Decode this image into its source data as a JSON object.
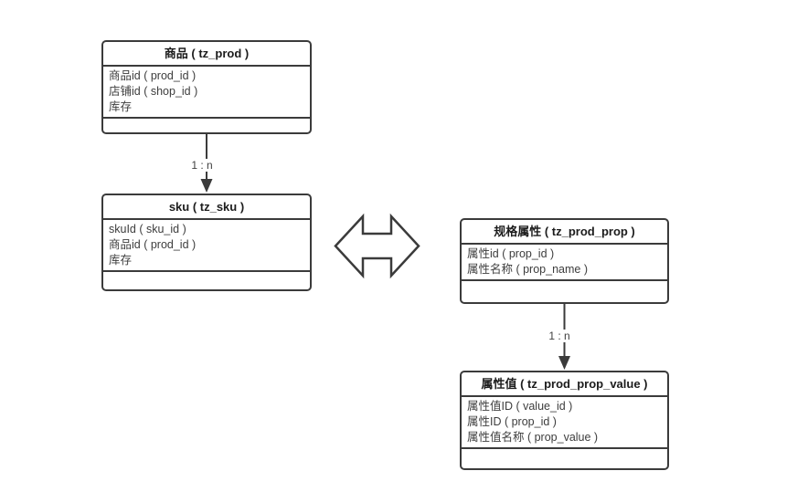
{
  "diagram": {
    "type": "entity-relationship",
    "colors": {
      "background": "#ffffff",
      "line": "#3b3b3b",
      "header_text": "#1c1c1c",
      "field_text": "#3d3d3d"
    },
    "tables": [
      {
        "id": "tz_prod",
        "title": "商品 ( tz_prod )",
        "fields": [
          "商品id ( prod_id )",
          "店铺id ( shop_id )",
          "库存"
        ]
      },
      {
        "id": "tz_sku",
        "title": "sku ( tz_sku )",
        "fields": [
          "skuId ( sku_id )",
          "商品id ( prod_id )",
          "库存"
        ]
      },
      {
        "id": "tz_prod_prop",
        "title": "规格属性 ( tz_prod_prop )",
        "fields": [
          "属性id ( prop_id )",
          "属性名称 ( prop_name )"
        ]
      },
      {
        "id": "tz_prod_prop_value",
        "title": "属性值 ( tz_prod_prop_value )",
        "fields": [
          "属性值ID ( value_id )",
          "属性ID ( prop_id )",
          "属性值名称 ( prop_value )"
        ]
      }
    ],
    "edges": [
      {
        "from": "tz_prod",
        "to": "tz_sku",
        "label": "1 : n",
        "style": "solid-arrow-down"
      },
      {
        "from": "tz_prod_prop",
        "to": "tz_prod_prop_value",
        "label": "1 : n",
        "style": "solid-arrow-down"
      }
    ],
    "connector": {
      "type": "hollow-double-arrow",
      "between": [
        "tz_sku",
        "tz_prod_prop"
      ],
      "direction": "horizontal"
    }
  }
}
